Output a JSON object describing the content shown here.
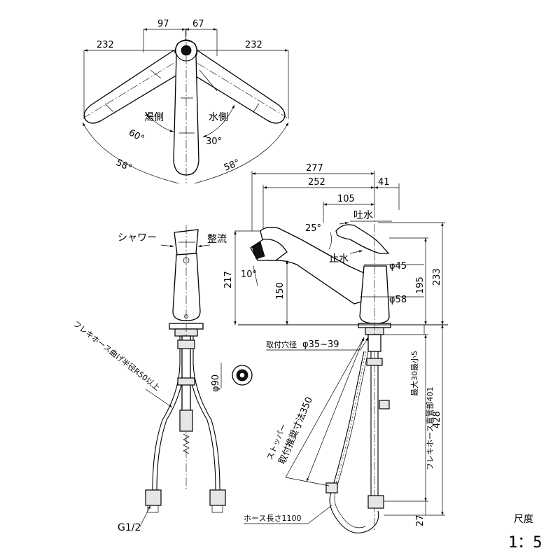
{
  "top_view": {
    "dim_97": "97",
    "dim_67": "67",
    "dim_232_left": "232",
    "dim_232_right": "232",
    "hot_side": "湯側",
    "cold_side": "水側",
    "angle_60": "60°",
    "angle_30": "30°",
    "angle_58_left": "58°",
    "angle_58_right": "58°"
  },
  "front_view": {
    "shower": "シャワー",
    "flow": "整流",
    "flex_hose_bend": "フレキホース曲げ半径R50以上",
    "dim_90": "φ90",
    "g_thread": "G1/2"
  },
  "side_view": {
    "dim_277": "277",
    "dim_252": "252",
    "dim_41": "41",
    "dim_105": "105",
    "spout_water": "吐水",
    "angle_25": "25°",
    "stop_water": "止水",
    "dia_45": "φ45",
    "dim_217": "217",
    "dim_150": "150",
    "angle_10": "10°",
    "dim_195": "195",
    "dim_233": "233",
    "dia_58": "φ58",
    "mount_hole": "取付穴径",
    "mount_hole_dia": "φ35~39",
    "stopper": "ストッパー",
    "stopper_pos": "取付推奨寸法350",
    "max_thickness": "最大30最小5",
    "flex_pipe": "フレキホース直管部401",
    "dim_428": "428",
    "dim_27": "27",
    "hose_length": "ホース長さ1100"
  },
  "scale": {
    "label": "尺度",
    "value": "1：5"
  }
}
